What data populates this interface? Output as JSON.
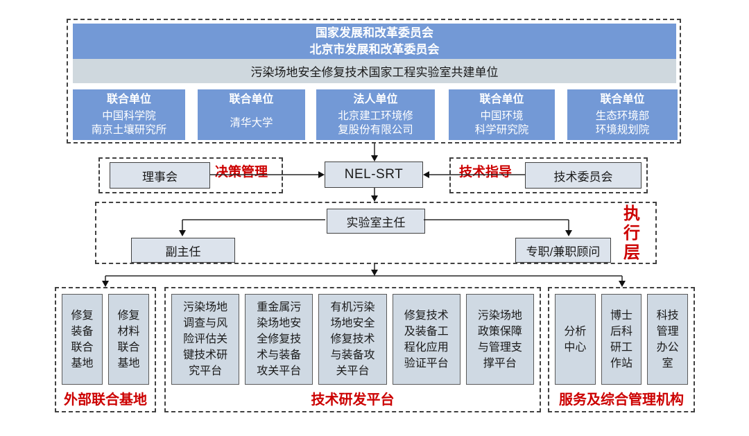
{
  "top": {
    "header": "国家发展和改革委员会\n北京市发展和改革委员会",
    "band": "污染场地安全修复技术国家工程实验室共建单位",
    "units": [
      {
        "role": "联合单位",
        "name": "中国科学院\n南京土壤研究所"
      },
      {
        "role": "联合单位",
        "name": "清华大学"
      },
      {
        "role": "法人单位",
        "name": "北京建工环境修\n复股份有限公司"
      },
      {
        "role": "联合单位",
        "name": "中国环境\n科学研究院"
      },
      {
        "role": "联合单位",
        "name": "生态环境部\n环境规划院"
      }
    ]
  },
  "middle": {
    "council": "理事会",
    "decision_label": "决策管理",
    "center": "NEL-SRT",
    "guidance_label": "技术指导",
    "committee": "技术委员会"
  },
  "executive": {
    "director": "实验室主任",
    "deputy": "副主任",
    "advisors": "专职/兼职顾问",
    "layer_label": "执\n行\n层"
  },
  "bottom": {
    "groups": [
      {
        "label": "外部联合基地",
        "boxes": [
          "修复\n装备\n联合\n基地",
          "修复\n材料\n联合\n基地"
        ]
      },
      {
        "label": "技术研发平台",
        "boxes": [
          "污染场地\n调查与风\n险评估关\n键技术研\n究平台",
          "重金属污\n染场地安\n全修复技\n术与装备\n攻关平台",
          "有机污染\n场地安全\n修复技术\n与装备攻\n关平台",
          "修复技术\n及装备工\n程化应用\n验证平台",
          "污染场地\n政策保障\n与管理支\n撑平台"
        ]
      },
      {
        "label": "服务及综合管理机构",
        "boxes": [
          "分析\n中心",
          "博士\n后科\n研工\n作站",
          "科技\n管理\n办公\n室"
        ]
      }
    ]
  },
  "colors": {
    "primary_blue": "#7399D6",
    "light_band": "#CFD8DE",
    "light_box": "#DCE3EC",
    "tall_box": "#CFD9E3",
    "accent_red": "#CC0000"
  }
}
